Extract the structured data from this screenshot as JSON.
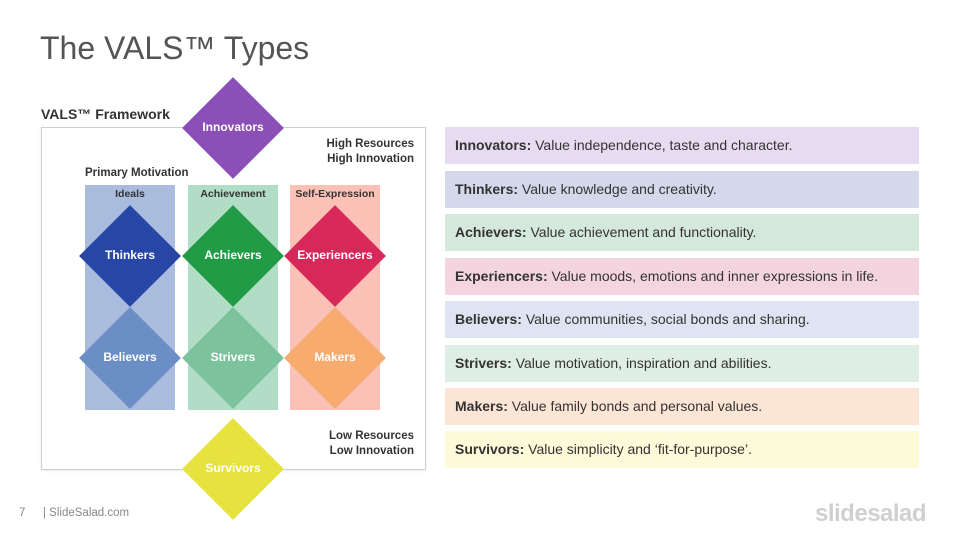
{
  "title": "The VALS™ Types",
  "framework_label": "VALS™ Framework",
  "high_resources": [
    "High Resources",
    "High Innovation"
  ],
  "low_resources": [
    "Low Resources",
    "Low Innovation"
  ],
  "primary_motivation": "Primary Motivation",
  "columns": [
    {
      "label": "Ideals",
      "color": "#a9bcde"
    },
    {
      "label": "Achievement",
      "color": "#b1dcc5"
    },
    {
      "label": "Self-Expression",
      "color": "#fbc0b6"
    }
  ],
  "diamonds": {
    "innovators": {
      "label": "Innovators",
      "color": "#8b50b7"
    },
    "thinkers": {
      "label": "Thinkers",
      "color": "#2846a5"
    },
    "achievers": {
      "label": "Achievers",
      "color": "#229b46"
    },
    "experiencers": {
      "label": "Experiencers",
      "color": "#d8285a"
    },
    "believers": {
      "label": "Believers",
      "color": "#6a8ec5"
    },
    "strivers": {
      "label": "Strivers",
      "color": "#7cc39d"
    },
    "makers": {
      "label": "Makers",
      "color": "#f8ab6e"
    },
    "survivors": {
      "label": "Survivors",
      "color": "#e6e23e"
    }
  },
  "descriptions": [
    {
      "name": "Innovators:",
      "text": " Value independence, taste and character.",
      "color": "#e6dbf0"
    },
    {
      "name": "Thinkers:",
      "text": " Value knowledge and creativity.",
      "color": "#d3d9ea"
    },
    {
      "name": "Achievers:",
      "text": " Value achievement and functionality.",
      "color": "#d5e8dc"
    },
    {
      "name": "Experiencers:",
      "text": " Value moods, emotions and inner expressions in life.",
      "color": "#f4d4de"
    },
    {
      "name": "Believers:",
      "text": " Value communities, social bonds and sharing.",
      "color": "#dee4f1"
    },
    {
      "name": "Strivers:",
      "text": " Value motivation, inspiration and abilities.",
      "color": "#dfeee4"
    },
    {
      "name": "Makers:",
      "text": " Value family bonds and personal values.",
      "color": "#fde5d6"
    },
    {
      "name": "Survivors:",
      "text": " Value simplicity and ‘fit-for-purpose’.",
      "color": "#fcfad9"
    }
  ],
  "footer": {
    "page_number": "7",
    "site": "| SlideSalad.com",
    "logo": "slidesalad"
  }
}
